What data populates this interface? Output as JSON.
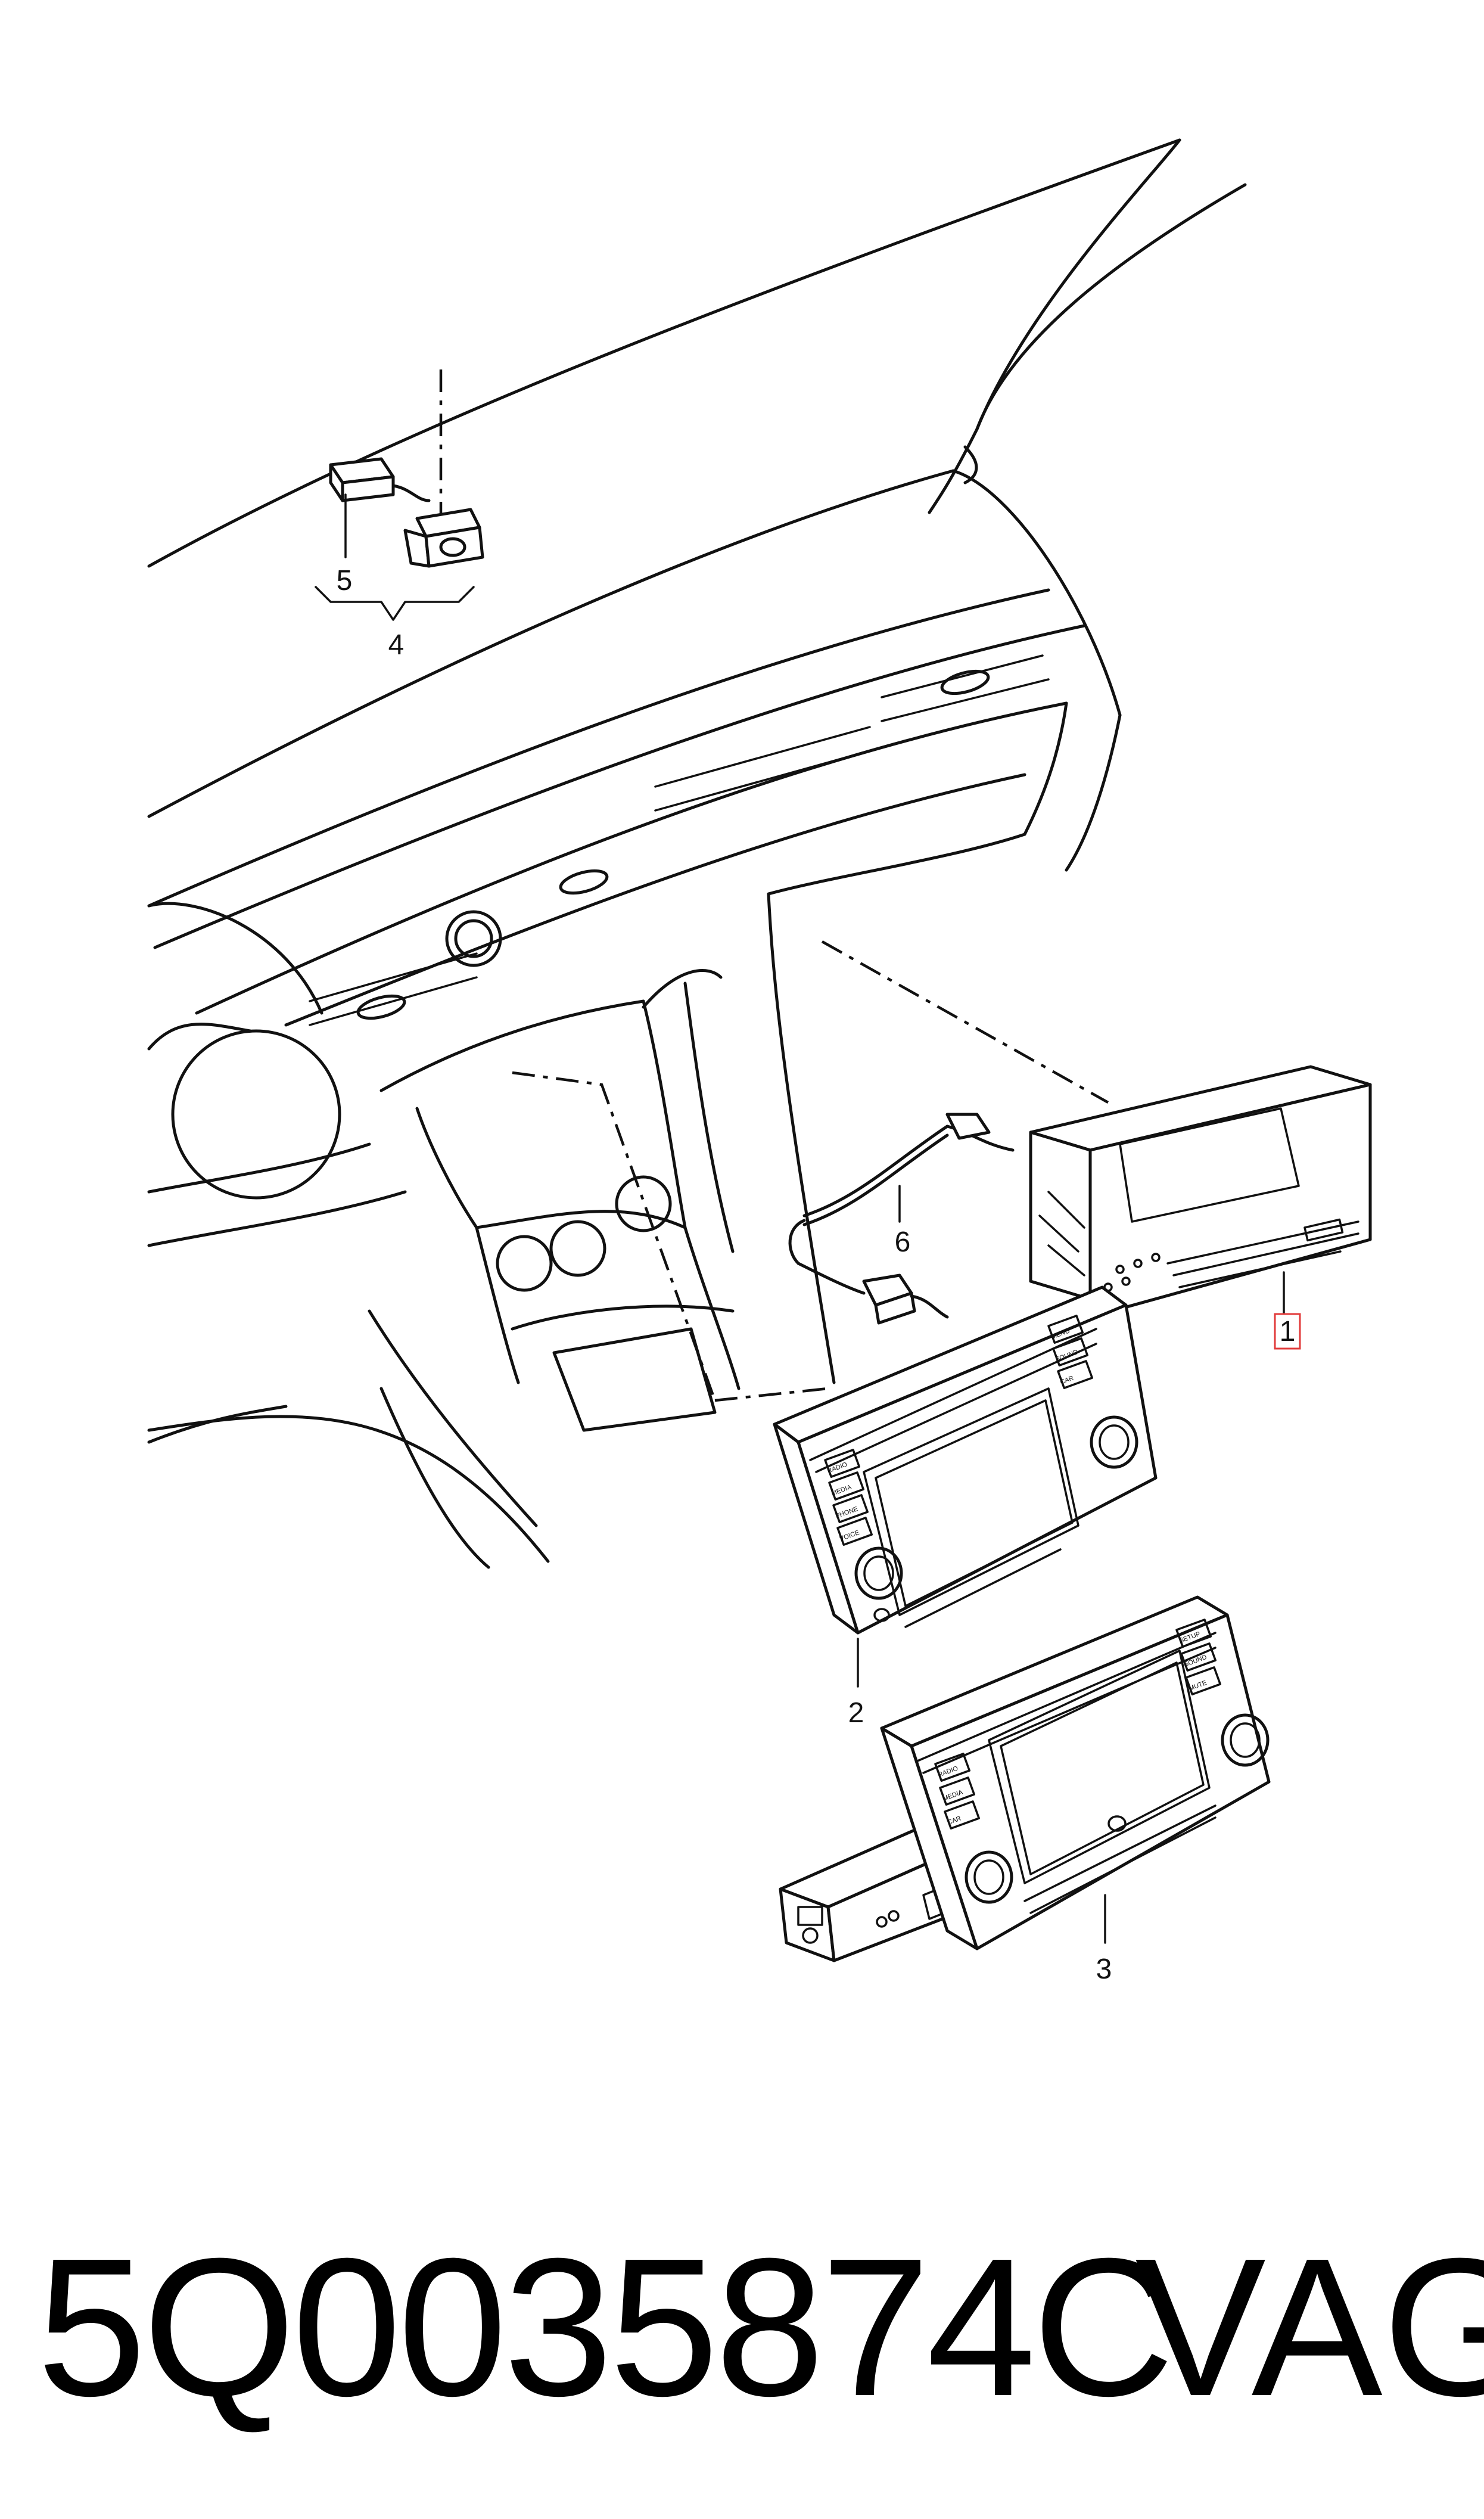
{
  "callouts": {
    "c1": "1",
    "c2": "2",
    "c3": "3",
    "c4": "4",
    "c5": "5",
    "c6": "6"
  },
  "unit_buttons": {
    "unit2_left": [
      "RADIO",
      "MEDIA",
      "PHONE",
      "VOICE"
    ],
    "unit2_right": [
      "MENU",
      "SOUND",
      "CAR"
    ],
    "unit3_left": [
      "RADIO",
      "MEDIA",
      "CAR"
    ],
    "unit3_right": [
      "SETUP",
      "SOUND",
      "MUTE"
    ]
  },
  "footer": {
    "part_number": "5Q0035874C",
    "brand": "VAG"
  },
  "colors": {
    "line": "#111111",
    "highlight_box": "#e23b3b",
    "background": "#ffffff"
  }
}
